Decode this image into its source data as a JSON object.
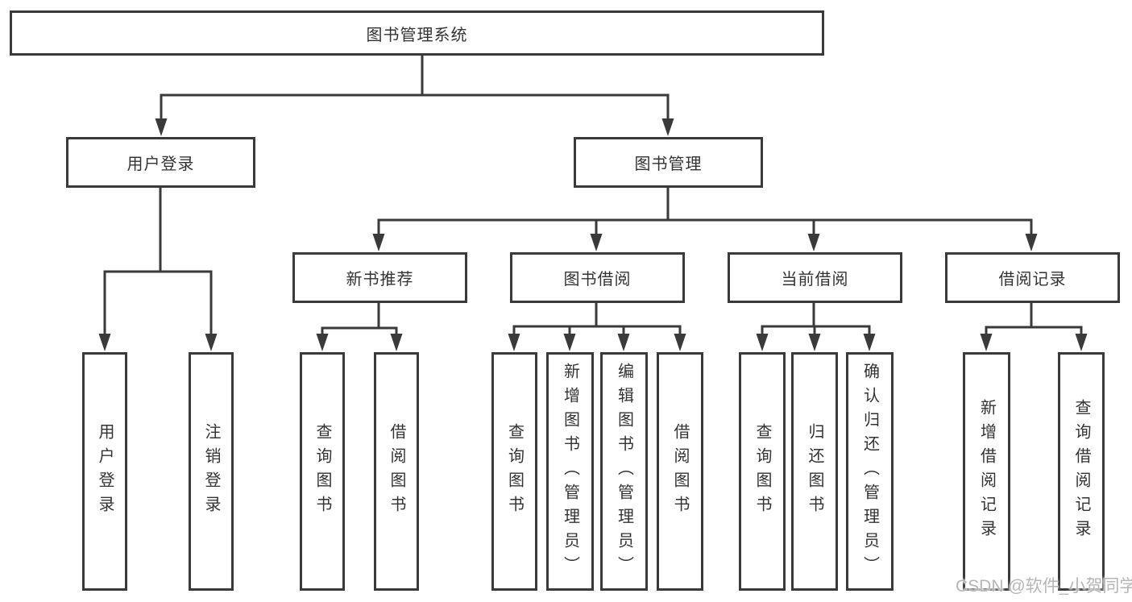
{
  "diagram": {
    "root": {
      "label": "图书管理系统"
    },
    "branches": [
      {
        "label": "用户登录",
        "children": [
          {
            "label": "用户登录"
          },
          {
            "label": "注销登录"
          }
        ]
      },
      {
        "label": "图书管理",
        "children": [
          {
            "label": "新书推荐",
            "children": [
              {
                "label": "查询图书"
              },
              {
                "label": "借阅图书"
              }
            ]
          },
          {
            "label": "图书借阅",
            "children": [
              {
                "label": "查询图书"
              },
              {
                "label": "新增图书（管理员）"
              },
              {
                "label": "编辑图书（管理员）"
              },
              {
                "label": "借阅图书"
              }
            ]
          },
          {
            "label": "当前借阅",
            "children": [
              {
                "label": "查询图书"
              },
              {
                "label": "归还图书"
              },
              {
                "label": "确认归还（管理员）"
              }
            ]
          },
          {
            "label": "借阅记录",
            "children": [
              {
                "label": "新增借阅记录"
              },
              {
                "label": "查询借阅记录"
              }
            ]
          }
        ]
      }
    ]
  },
  "watermark": {
    "text": "CSDN @软件_小贺同学"
  },
  "colors": {
    "line": "#3a3a3a",
    "text": "#333333",
    "watermark": "#b6b6b6",
    "background": "#ffffff"
  }
}
